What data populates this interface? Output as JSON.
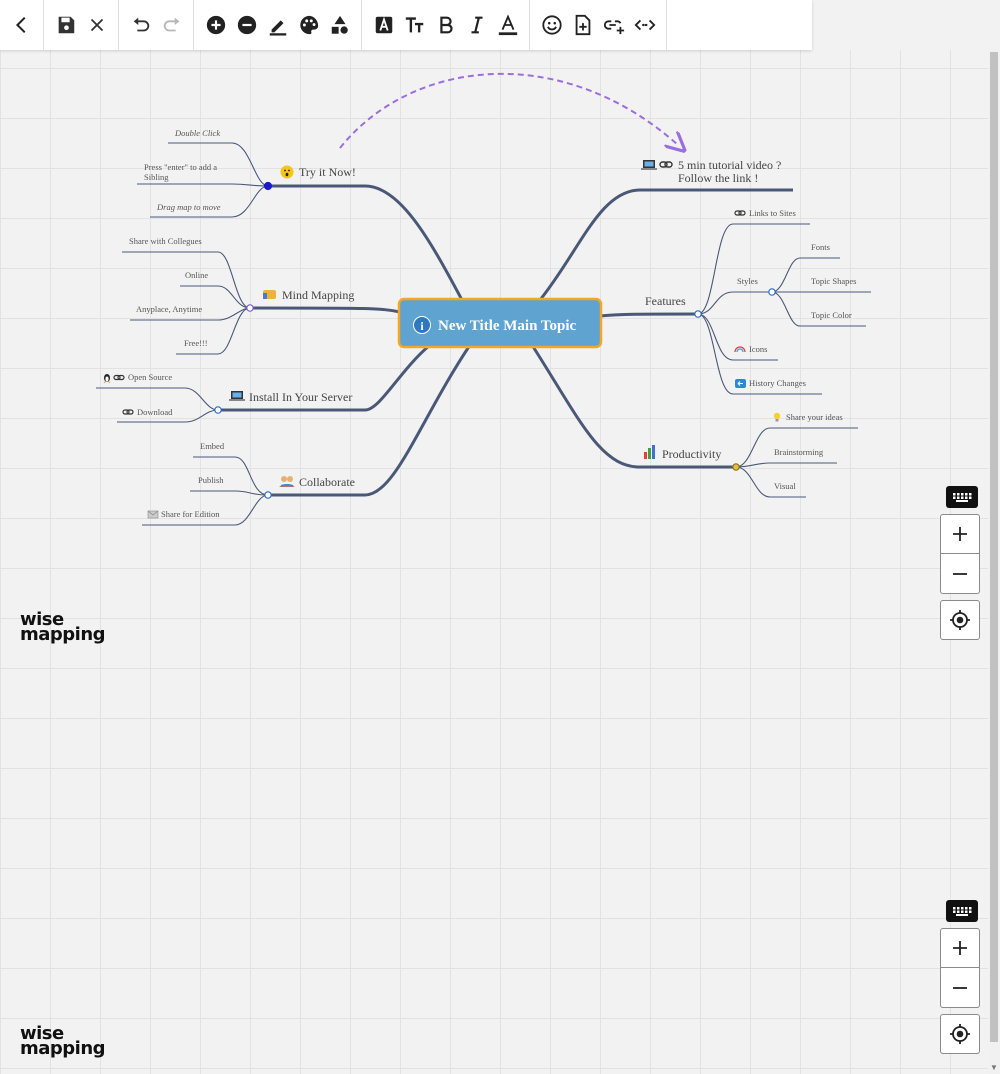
{
  "toolbar": {
    "groups": [
      [
        "back-icon"
      ],
      [
        "save-icon",
        "discard-icon"
      ],
      [
        "undo-icon",
        "redo-icon"
      ],
      [
        "add-topic-icon",
        "delete-topic-icon",
        "border-style-icon",
        "color-fill-icon",
        "shape-icon"
      ],
      [
        "font-color-box-icon",
        "font-size-icon",
        "bold-icon",
        "italic-icon",
        "text-color-icon"
      ],
      [
        "emoji-icon",
        "note-icon",
        "link-icon",
        "embed-icon"
      ]
    ]
  },
  "mindmap": {
    "central": "New Title Main Topic",
    "topics": {
      "try": "Try it Now!",
      "try_children": [
        "Double Click",
        "Press \"enter\" to add a",
        "Sibling",
        "Drag map to move"
      ],
      "mind": "Mind Mapping",
      "mind_children": [
        "Share with Collegues",
        "Online",
        "Anyplace, Anytime",
        "Free!!!"
      ],
      "install": "Install In Your Server",
      "install_children": [
        "Open Source",
        "Download"
      ],
      "collab": "Collaborate",
      "collab_children": [
        "Embed",
        "Publish",
        "Share for Edition"
      ],
      "tutorial_line1": "5 min tutorial video ?",
      "tutorial_line2": "Follow the link !",
      "features": "Features",
      "features_children": [
        "Links to Sites",
        "Styles",
        "Icons",
        "History Changes"
      ],
      "styles_children": [
        "Fonts",
        "Topic Shapes",
        "Topic Color"
      ],
      "productivity": "Productivity",
      "productivity_children": [
        "Share your ideas",
        "Brainstorming",
        "Visual"
      ]
    },
    "colors": {
      "central_fill": "#5fa4d0",
      "central_border": "#f5a623",
      "branch": "#4a5878",
      "relationship": "#9b6de0"
    }
  },
  "logo": {
    "line1": "wise",
    "line2": "mapping"
  }
}
